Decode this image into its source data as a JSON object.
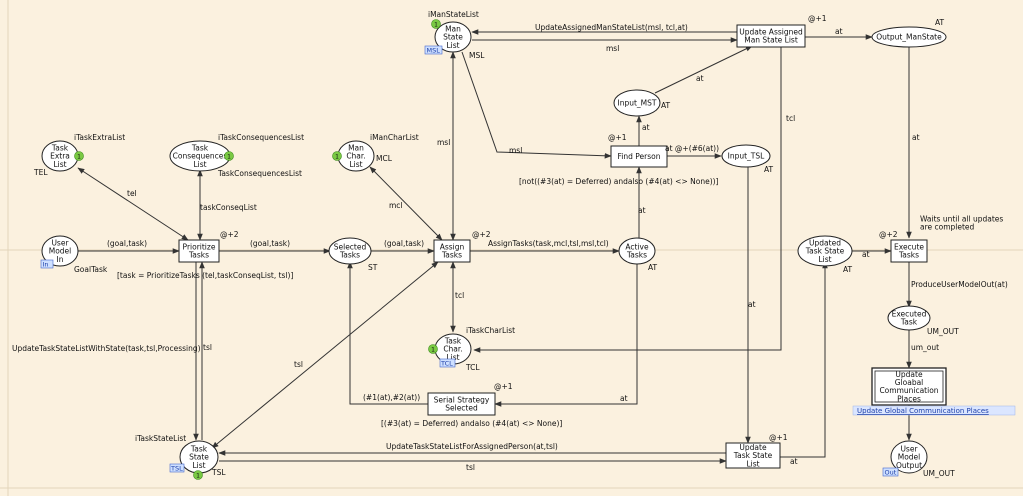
{
  "places": {
    "man_state_list": {
      "label": "Man\nState\nList",
      "init": "iManStateList",
      "type": "MSL",
      "tag": "MSL",
      "count": "1"
    },
    "output_manstate": {
      "label": "Output_ManState",
      "type": "AT"
    },
    "input_mst": {
      "label": "Input_MST",
      "type": "AT"
    },
    "task_extra_list": {
      "label": "Task\nExtra\nList",
      "init": "iTaskExtraList",
      "type": "TEL",
      "count": "1"
    },
    "task_consequences_list": {
      "label": "Task\nConsequences\nList",
      "init": "iTaskConsequencesList",
      "type": "TaskConsequencesList",
      "count": "1"
    },
    "man_char_list": {
      "label": "Man\nChar.\nList",
      "init": "iManCharList",
      "type": "MCL",
      "count": "1"
    },
    "input_tsl": {
      "label": "Input_TSL",
      "type": "AT"
    },
    "user_model_in": {
      "label": "User\nModel\nIn",
      "type": "GoalTask",
      "tag": "In"
    },
    "selected_tasks": {
      "label": "Selected\nTasks",
      "type": "ST"
    },
    "active_tasks": {
      "label": "Active\nTasks",
      "type": "AT"
    },
    "updated_task_state_list": {
      "label": "Updated\nTask State\nList",
      "type": "AT"
    },
    "task_char_list": {
      "label": "Task\nChar.\nList",
      "init": "iTaskCharList",
      "type": "TCL",
      "tag": "TCL",
      "count": "1"
    },
    "executed_task": {
      "label": "Executed\nTask",
      "type": "UM_OUT"
    },
    "task_state_list": {
      "label": "Task\nState\nList",
      "init": "iTaskStateList",
      "type": "TSL",
      "tag": "TSL",
      "count": "1"
    },
    "user_model_output": {
      "label": "User\nModel\nOutput",
      "type": "UM_OUT",
      "tag": "Out"
    }
  },
  "transitions": {
    "update_assigned": {
      "label": "Update Assigned\nMan State List",
      "delay": "@+1"
    },
    "find_person": {
      "label": "Find Person",
      "delay": "@+1"
    },
    "prioritize_tasks": {
      "label": "Prioritize\nTasks",
      "delay": "@+2"
    },
    "assign_tasks": {
      "label": "Assign\nTasks",
      "delay": "@+2"
    },
    "execute_tasks": {
      "label": "Execute\nTasks",
      "delay": "@+2"
    },
    "serial_strategy": {
      "label": "Serial Strategy\nSelected",
      "delay": "@+1"
    },
    "update_task_state": {
      "label": "Update\nTask State\nList",
      "delay": "@+1"
    },
    "update_global": {
      "label": "Update\nGloabal\nCommunication\nPlaces",
      "link": "Update Global Communication Places"
    }
  },
  "inscriptions": {
    "update_assigned_msl": "UpdateAssignedManStateList(msl, tcl,at)",
    "msl_return": "msl",
    "at_out": "at",
    "at_input_mst": "at",
    "tcl_right": "tcl",
    "at_to_input_mst": "at",
    "msl_find": "msl",
    "msl_assign": "msl",
    "find_delay": "at @+(#6(at))",
    "find_guard": "[not((#3(at) = Deferred) andalso (#4(at) <> None))]",
    "at_active": "at",
    "tel": "tel",
    "task_conseq": "taskConseqList",
    "mcl": "mcl",
    "goal1": "(goal,task)",
    "goal2": "(goal,task)",
    "goal3": "(goal,task)",
    "assign_expr": "AssignTasks(task,mcl,tsl,msl,tcl)",
    "prioritize_guard": "[task = PrioritizeTasks (tel,taskConseqList, tsl)]",
    "tcl_down": "tcl",
    "waits": "Waits until all updates\nare completed",
    "at_execute_in": "at",
    "at_output_ms": "at",
    "produce": "ProduceUserModelOut(at)",
    "um_out": "um_out",
    "update_tsl_state": "UpdateTaskStateListWithState(task,tsl,Processing)",
    "tsl_left": "tsl",
    "tsl_diag": "tsl",
    "serial_in": "(#1(at),#2(at))",
    "serial_guard": "[(#3(at) = Deferred) andalso (#4(at) <> None)]",
    "at_serial": "at",
    "at_update_tsl": "at",
    "update_tsl_assigned": "UpdateTaskStateListForAssignedPerson(at,tsl)",
    "tsl_bottom": "tsl",
    "at_updated": "at"
  }
}
